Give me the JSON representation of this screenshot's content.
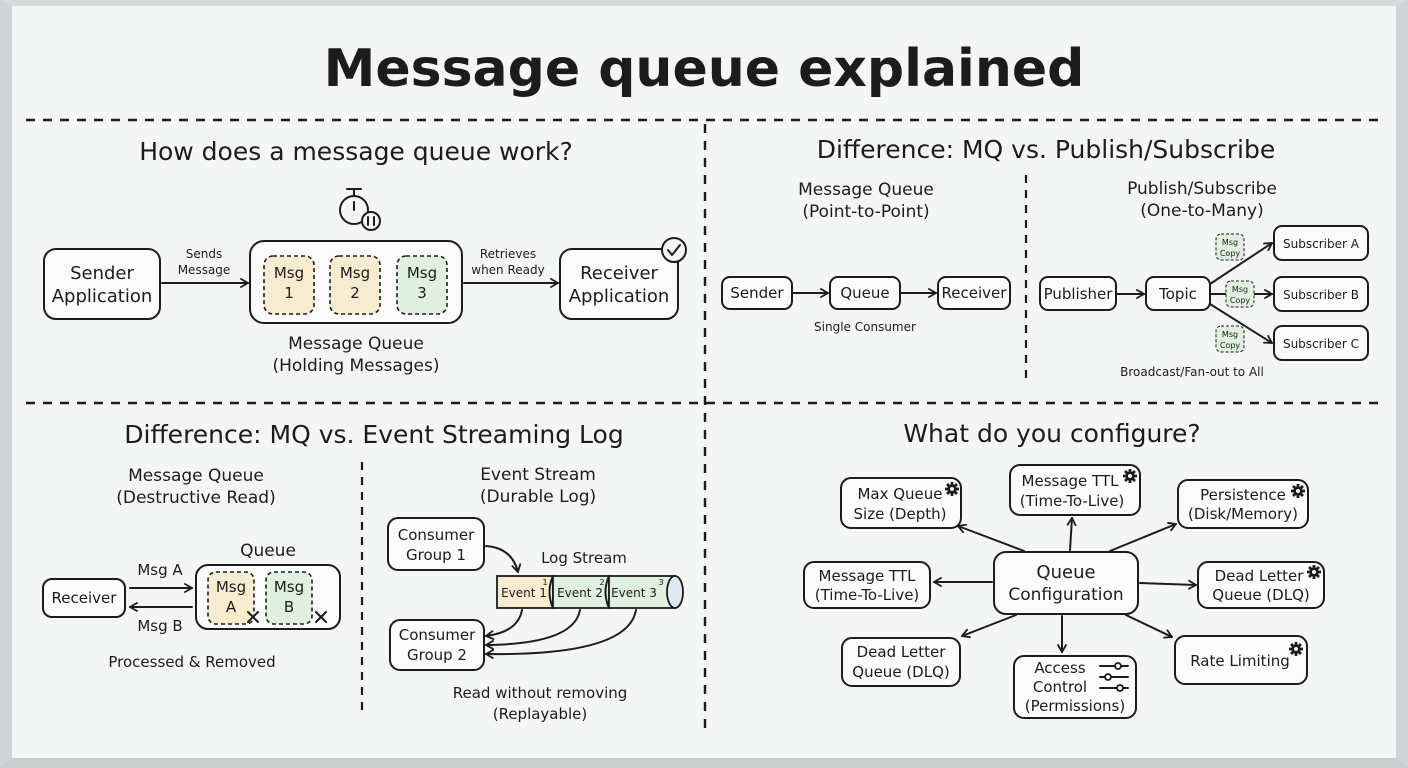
{
  "title": "Message queue explained",
  "how": {
    "heading": "How does a message queue work?",
    "sender_l1": "Sender",
    "sender_l2": "Application",
    "sends_l1": "Sends",
    "sends_l2": "Message",
    "msgs": [
      {
        "l1": "Msg",
        "l2": "1",
        "color": "#f7ecd0"
      },
      {
        "l1": "Msg",
        "l2": "2",
        "color": "#f7ecd0"
      },
      {
        "l1": "Msg",
        "l2": "3",
        "color": "#dff0df"
      }
    ],
    "queue_l1": "Message Queue",
    "queue_l2": "(Holding Messages)",
    "retrieves_l1": "Retrieves",
    "retrieves_l2": "when Ready",
    "receiver_l1": "Receiver",
    "receiver_l2": "Application"
  },
  "pubsub": {
    "heading": "Difference: MQ vs. Publish/Subscribe",
    "mq_l1": "Message Queue",
    "mq_l2": "(Point-to-Point)",
    "sender": "Sender",
    "queue": "Queue",
    "receiver": "Receiver",
    "single": "Single Consumer",
    "ps_l1": "Publish/Subscribe",
    "ps_l2": "(One-to-Many)",
    "publisher": "Publisher",
    "topic": "Topic",
    "copy_l1": "Msg",
    "copy_l2": "Copy",
    "subscribers": [
      "Subscriber A",
      "Subscriber B",
      "Subscriber C"
    ],
    "broadcast": "Broadcast/Fan-out to All"
  },
  "stream": {
    "heading": "Difference: MQ vs. Event Streaming Log",
    "mq_l1": "Message Queue",
    "mq_l2": "(Destructive Read)",
    "queue": "Queue",
    "receiver": "Receiver",
    "msg_a_label": "Msg A",
    "msg_b_label": "Msg B",
    "box_a_l1": "Msg",
    "box_a_l2": "A",
    "box_b_l1": "Msg",
    "box_b_l2": "B",
    "processed": "Processed & Removed",
    "es_l1": "Event Stream",
    "es_l2": "(Durable Log)",
    "cg1_l1": "Consumer",
    "cg1_l2": "Group 1",
    "cg2_l1": "Consumer",
    "cg2_l2": "Group 2",
    "log_stream": "Log Stream",
    "events": [
      {
        "label": "Event 1",
        "idx": "1",
        "color": "#f7ecd0"
      },
      {
        "label": "Event 2",
        "idx": "2",
        "color": "#dff0df"
      },
      {
        "label": "Event 3",
        "idx": "3",
        "color": "#dff0df"
      }
    ],
    "read_l1": "Read without removing",
    "read_l2": "(Replayable)"
  },
  "config": {
    "heading": "What do you configure?",
    "center_l1": "Queue",
    "center_l2": "Configuration",
    "max_l1": "Max Queue",
    "max_l2": "Size (Depth)",
    "ttl_top_l1": "Message TTL",
    "ttl_top_l2": "(Time-To-Live)",
    "persist_l1": "Persistence",
    "persist_l2": "(Disk/Memory)",
    "ttl_left_l1": "Message TTL",
    "ttl_left_l2": "(Time-To-Live)",
    "dlq_right_l1": "Dead Letter",
    "dlq_right_l2": "Queue (DLQ)",
    "dlq_left_l1": "Dead Letter",
    "dlq_left_l2": "Queue (DLQ)",
    "access_l1": "Access",
    "access_l2": "Control",
    "access_l3": "(Permissions)",
    "rate": "Rate Limiting"
  }
}
